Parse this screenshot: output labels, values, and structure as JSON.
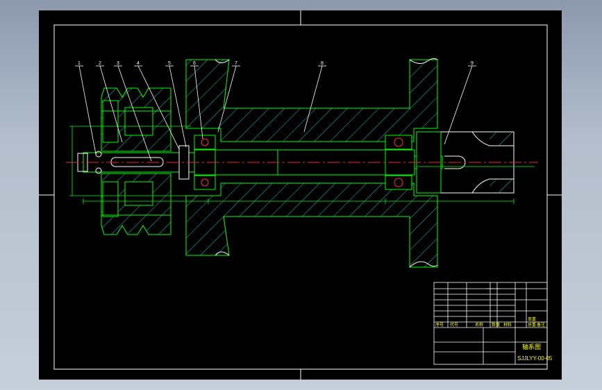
{
  "viewport": {
    "background_top": "#8c99ad",
    "background_bottom": "#c7cfda",
    "sheet_color": "#000000"
  },
  "colors": {
    "frame": "#ffffff",
    "outline": "#00ff00",
    "hatch": "#18c8c8",
    "centerline": "#ff2020",
    "dimension": "#00ff00",
    "annotation": "#ffffff",
    "title_text": "#ffff00"
  },
  "balloons": [
    "1",
    "2",
    "3",
    "4",
    "5",
    "6",
    "7",
    "8",
    "9"
  ],
  "title_block": {
    "drawing_title": "轴系图",
    "drawing_number": "SJJLYY-00-05",
    "header_cells": [
      "序号",
      "代号",
      "名称",
      "数量",
      "材料",
      "单重",
      "总重",
      "备注"
    ]
  }
}
